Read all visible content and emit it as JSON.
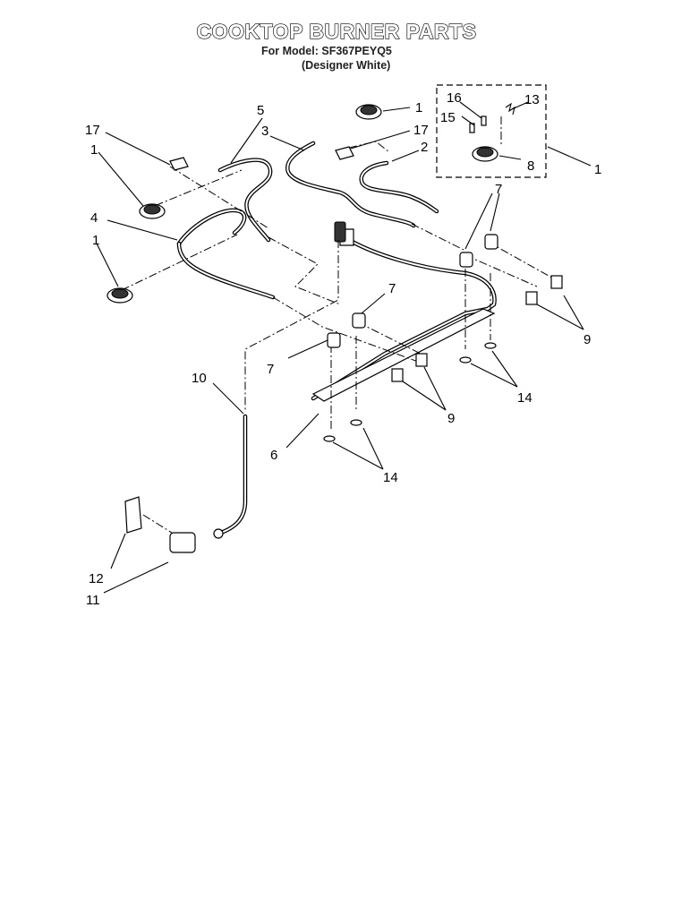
{
  "title": "COOKTOP BURNER PARTS",
  "subtitle_model": "For Model: SF367PEYQ5",
  "subtitle_color": "(Designer White)",
  "callouts": [
    {
      "id": "c-1-top-burner",
      "label": "1"
    },
    {
      "id": "c-16",
      "label": "16"
    },
    {
      "id": "c-13",
      "label": "13"
    },
    {
      "id": "c-5",
      "label": "5"
    },
    {
      "id": "c-15",
      "label": "15"
    },
    {
      "id": "c-17-left",
      "label": "17"
    },
    {
      "id": "c-3",
      "label": "3"
    },
    {
      "id": "c-17-right",
      "label": "17"
    },
    {
      "id": "c-1-left-upper",
      "label": "1"
    },
    {
      "id": "c-2",
      "label": "2"
    },
    {
      "id": "c-8",
      "label": "8"
    },
    {
      "id": "c-1-right",
      "label": "1"
    },
    {
      "id": "c-7-upper",
      "label": "7"
    },
    {
      "id": "c-4",
      "label": "4"
    },
    {
      "id": "c-1-left-lower",
      "label": "1"
    },
    {
      "id": "c-7-mid",
      "label": "7"
    },
    {
      "id": "c-9-right",
      "label": "9"
    },
    {
      "id": "c-7-left",
      "label": "7"
    },
    {
      "id": "c-10",
      "label": "10"
    },
    {
      "id": "c-14-right",
      "label": "14"
    },
    {
      "id": "c-9-mid",
      "label": "9"
    },
    {
      "id": "c-6",
      "label": "6"
    },
    {
      "id": "c-14-lower",
      "label": "14"
    },
    {
      "id": "c-12",
      "label": "12"
    },
    {
      "id": "c-11",
      "label": "11"
    }
  ]
}
